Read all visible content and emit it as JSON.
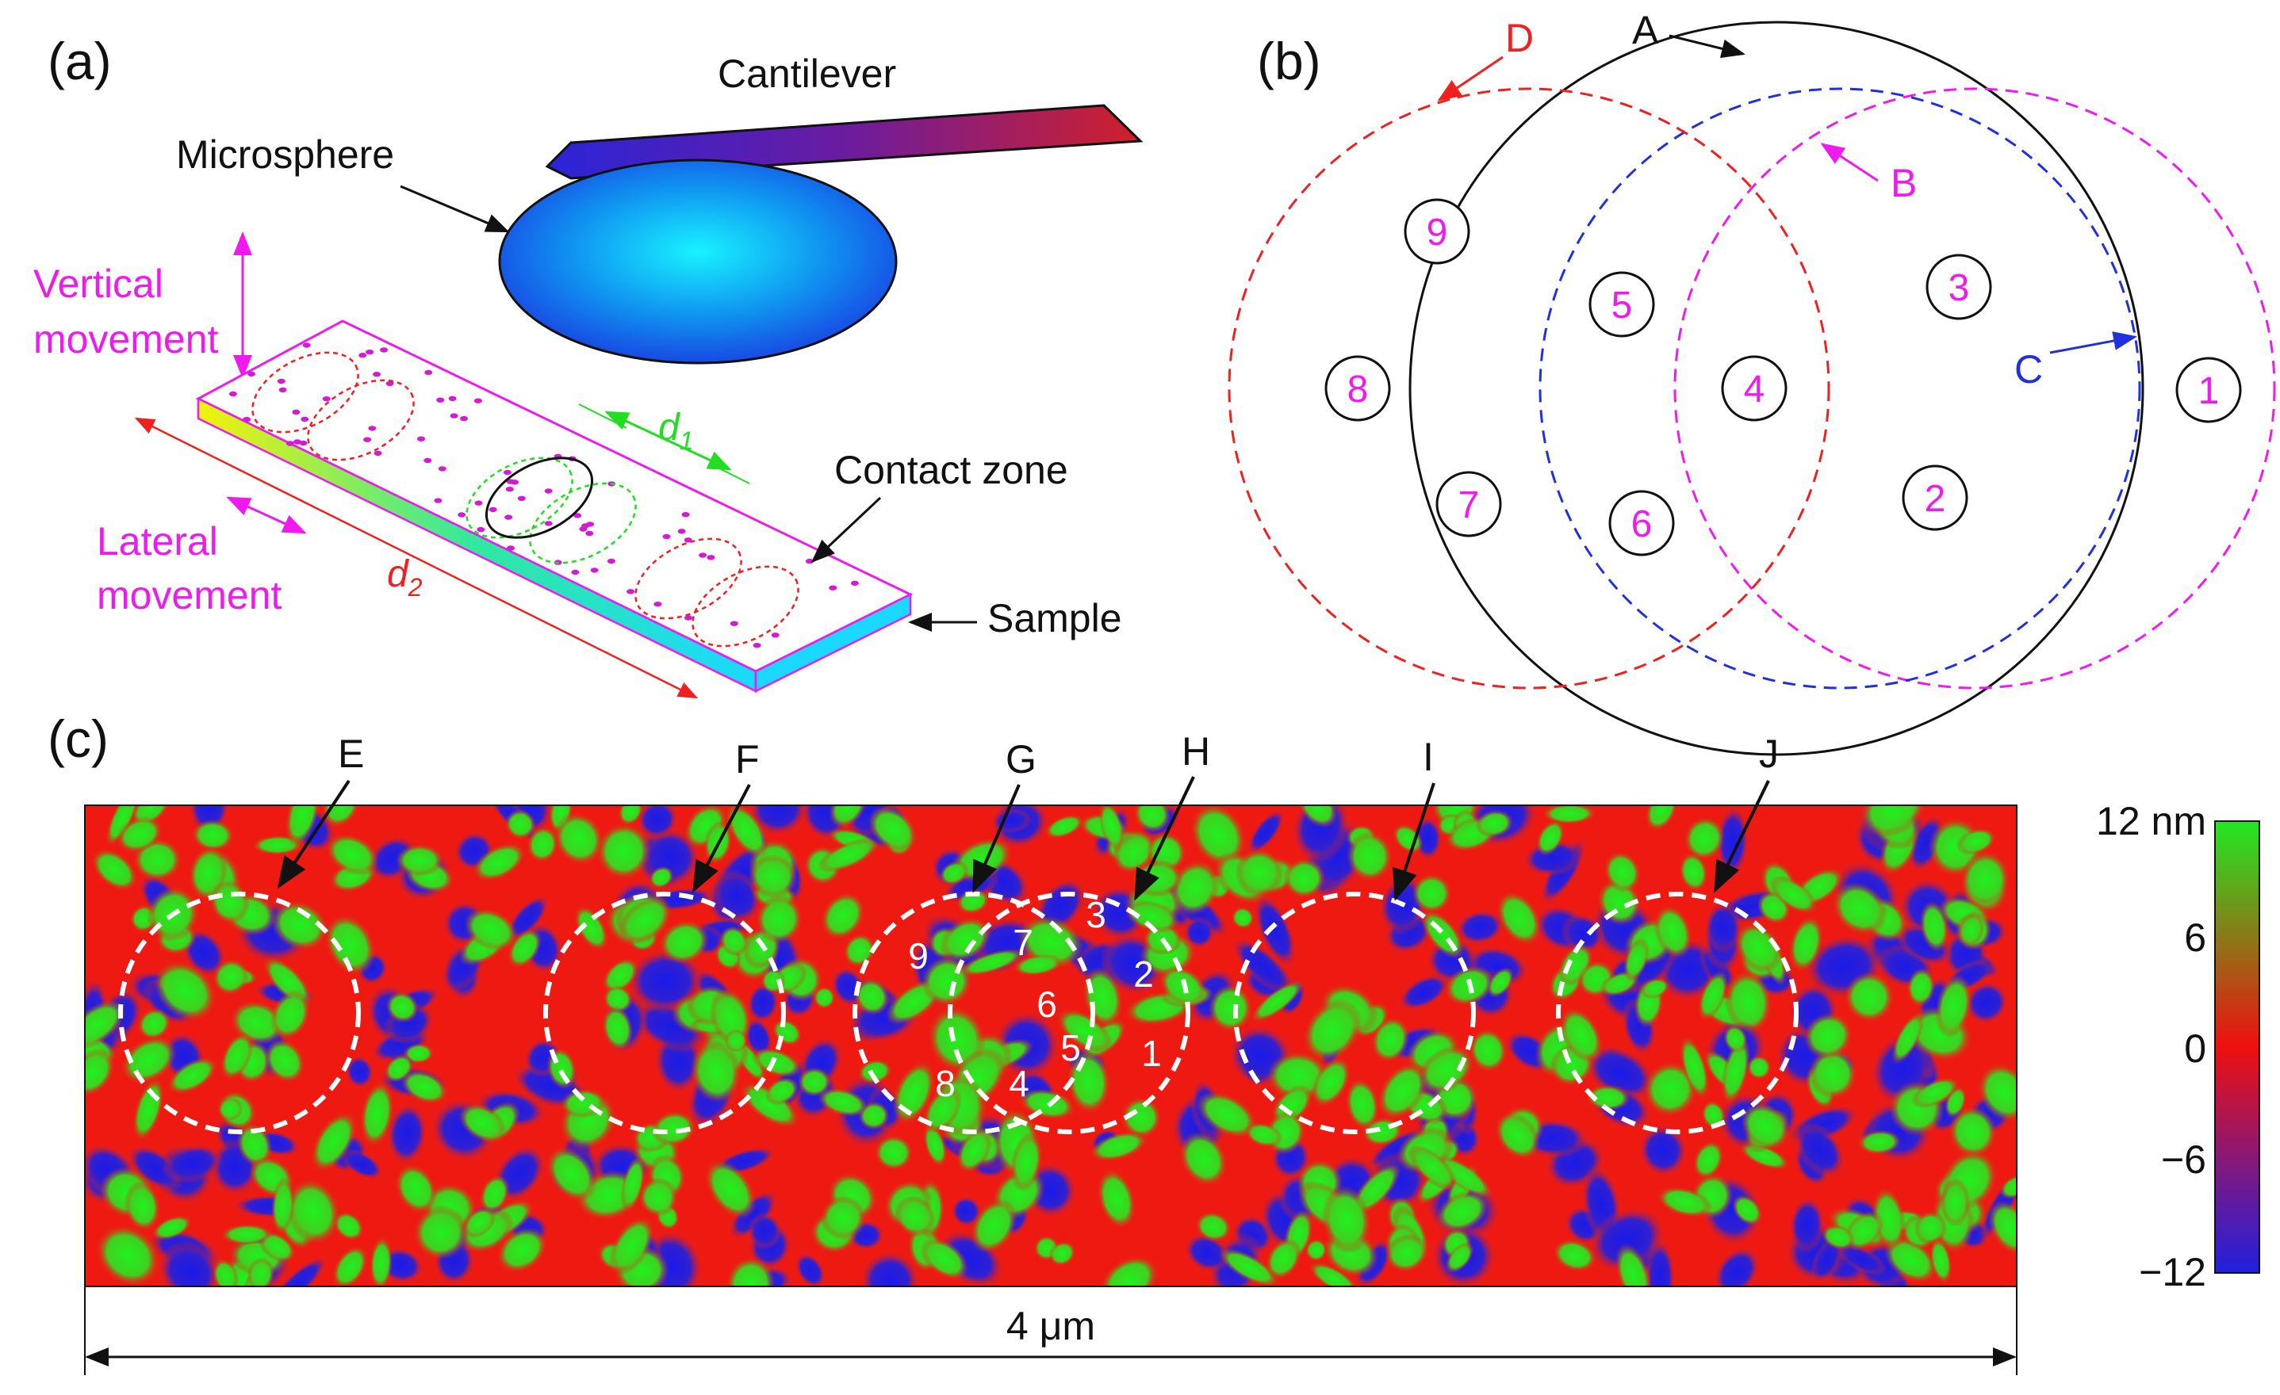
{
  "panel_a": {
    "label": "(a)",
    "cantilever": "Cantilever",
    "microsphere": "Microsphere",
    "vertical_1": "Vertical",
    "vertical_2": "movement",
    "lateral_1": "Lateral",
    "lateral_2": "movement",
    "contact_zone": "Contact zone",
    "sample": "Sample",
    "d1": "d",
    "d1_sub": "1",
    "d2": "d",
    "d2_sub": "2"
  },
  "panel_b": {
    "label": "(b)",
    "circles": [
      "A",
      "B",
      "C",
      "D"
    ],
    "points": [
      "1",
      "2",
      "3",
      "4",
      "5",
      "6",
      "7",
      "8",
      "9"
    ]
  },
  "panel_c": {
    "label": "(c)",
    "circle_labels": [
      "E",
      "F",
      "G",
      "H",
      "I",
      "J"
    ],
    "inner_numbers": [
      "1",
      "2",
      "3",
      "4",
      "5",
      "6",
      "7",
      "8",
      "9"
    ],
    "scale_bar": "4 μm",
    "colorbar": {
      "unit_label": "12 nm",
      "ticks": [
        "6",
        "0",
        "−6",
        "−12"
      ],
      "min": -12,
      "max": 12,
      "colors": [
        "#2020e0",
        "#ee1010",
        "#22e822"
      ]
    }
  },
  "colors": {
    "magenta": "#ee1aee",
    "red": "#ee2020",
    "green": "#22dd22",
    "blue": "#2030dd",
    "black": "#111111"
  }
}
